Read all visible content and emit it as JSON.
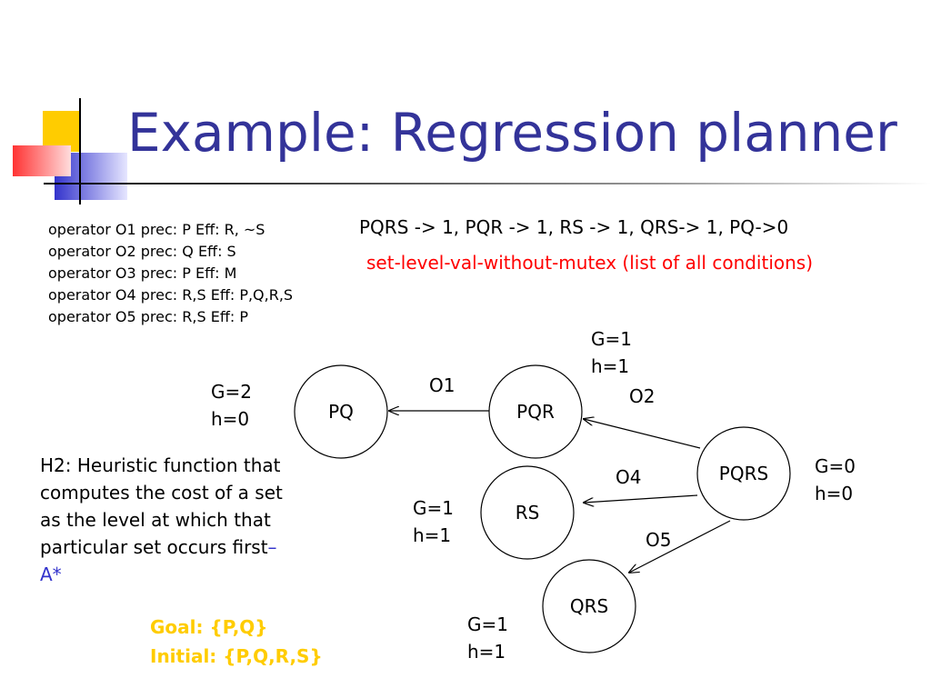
{
  "slide": {
    "title": "Example: Regression planner",
    "operators": [
      "operator O1 prec: P Eff: R, ~S",
      "operator O2 prec: Q Eff: S",
      "operator O3 prec: P Eff: M",
      "operator O4 prec: R,S Eff: P,Q,R,S",
      "operator O5 prec: R,S Eff: P"
    ],
    "levels_line": "PQRS -> 1, PQR -> 1, RS -> 1, QRS-> 1, PQ->0",
    "levels_note": "set-level-val-without-mutex (list of all conditions)",
    "heuristic_lines": [
      "H2: Heuristic function that",
      "computes the cost of a set",
      "as the level at which that",
      "particular set occurs first"
    ],
    "heuristic_dash": "–",
    "heuristic_astar": "A*",
    "goal_label": "Goal: {P,Q}",
    "initial_label": "Initial: {P,Q,R,S}",
    "colors": {
      "title": "#333399",
      "note": "#ff0000",
      "goal": "#ffcc00",
      "astar": "#3333cc"
    }
  },
  "graph": {
    "nodes": {
      "pq": {
        "label": "PQ",
        "g": "G=2",
        "h": "h=0"
      },
      "pqr": {
        "label": "PQR",
        "g": "G=1",
        "h": "h=1"
      },
      "pqrs": {
        "label": "PQRS",
        "g": "G=0",
        "h": "h=0"
      },
      "rs": {
        "label": "RS",
        "g": "G=1",
        "h": "h=1"
      },
      "qrs": {
        "label": "QRS",
        "g": "G=1",
        "h": "h=1"
      }
    },
    "edges": {
      "o1": "O1",
      "o2": "O2",
      "o4": "O4",
      "o5": "O5"
    }
  }
}
